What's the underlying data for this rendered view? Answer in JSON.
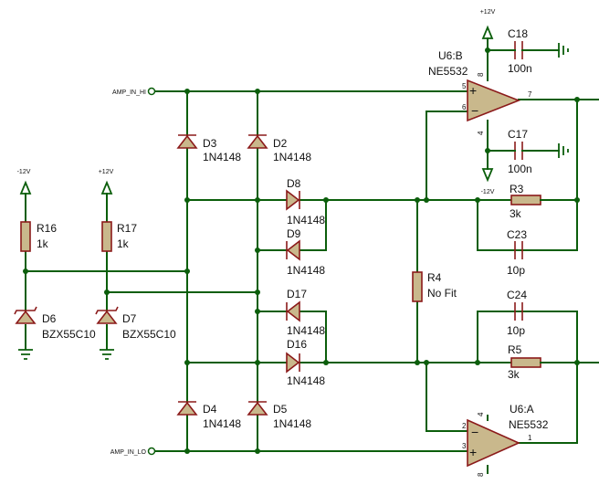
{
  "nets": {
    "amp_in_hi": "AMP_IN_HI",
    "amp_in_lo": "AMP_IN_LO"
  },
  "power": {
    "pos": "+12V",
    "neg": "-12V"
  },
  "u6b": {
    "ref": "U6:B",
    "part": "NE5532",
    "pin_plus": "5",
    "pin_minus": "6",
    "pin_out": "7",
    "pin_vpos": "8",
    "pin_vneg": "4"
  },
  "u6a": {
    "ref": "U6:A",
    "part": "NE5532",
    "pin_plus": "3",
    "pin_minus": "2",
    "pin_out": "1",
    "pin_vpos": "4",
    "pin_vneg": "8"
  },
  "diode_part": "1N4148",
  "d2": "D2",
  "d3": "D3",
  "d4": "D4",
  "d5": "D5",
  "d8": "D8",
  "d9": "D9",
  "d16": "D16",
  "d17": "D17",
  "d6": {
    "ref": "D6",
    "part": "BZX55C10"
  },
  "d7": {
    "ref": "D7",
    "part": "BZX55C10"
  },
  "r16": {
    "ref": "R16",
    "value": "1k"
  },
  "r17": {
    "ref": "R17",
    "value": "1k"
  },
  "r3": {
    "ref": "R3",
    "value": "3k"
  },
  "r5": {
    "ref": "R5",
    "value": "3k"
  },
  "r4": {
    "ref": "R4",
    "value": "No Fit"
  },
  "c17": {
    "ref": "C17",
    "value": "100n"
  },
  "c18": {
    "ref": "C18",
    "value": "100n"
  },
  "c23": {
    "ref": "C23",
    "value": "10p"
  },
  "c24": {
    "ref": "C24",
    "value": "10p"
  },
  "colors": {
    "wire": "#0b5e0b",
    "component": "#8b1a1a",
    "body_fill": "#c9b88c"
  }
}
